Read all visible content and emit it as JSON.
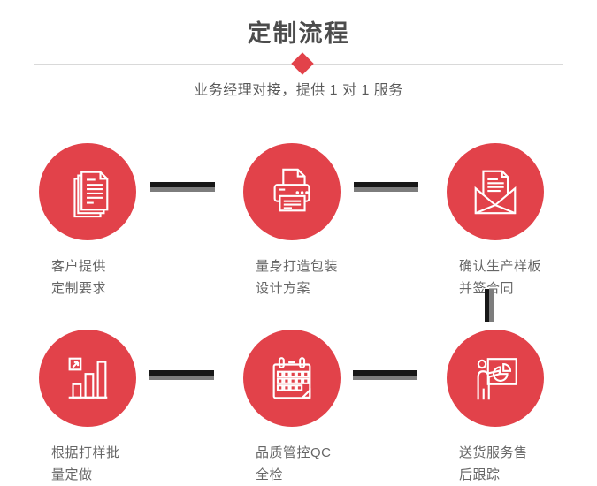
{
  "header": {
    "title": "定制流程",
    "subtitle": "业务经理对接，提供 1 对 1 服务"
  },
  "colors": {
    "accent_red": "#e2424a",
    "title_text": "#4c4c4c",
    "subtitle_text": "#5a5a5a",
    "label_text": "#666666",
    "connector_dark": "#171717",
    "connector_gray": "#7d7d7d",
    "divider_gray": "#d9d9d9"
  },
  "steps": [
    {
      "icon": "stacked-documents-icon",
      "lines": [
        "客户提供",
        "定制要求"
      ]
    },
    {
      "icon": "printer-icon",
      "lines": [
        "量身打造包装",
        "设计方案"
      ]
    },
    {
      "icon": "envelope-letter-icon",
      "lines": [
        "确认生产样板",
        "并签合同"
      ]
    },
    {
      "icon": "bar-chart-growth-icon",
      "lines": [
        "根据打样批",
        "量定做"
      ]
    },
    {
      "icon": "calendar-icon",
      "lines": [
        "品质管控QC",
        "全检"
      ]
    },
    {
      "icon": "presentation-pie-icon",
      "lines": [
        "送货服务售",
        "后跟踪"
      ]
    }
  ]
}
